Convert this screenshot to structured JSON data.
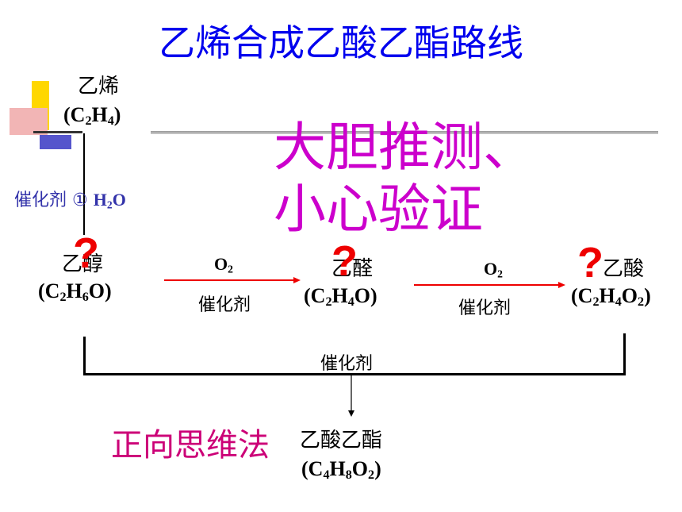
{
  "title": "乙烯合成乙酸乙酯路线",
  "ethylene": {
    "name": "乙烯",
    "formula_parts": [
      "(C",
      "2",
      "H",
      "4",
      ")"
    ]
  },
  "step1": {
    "catalyst": "催化剂",
    "number": "①",
    "reagent_parts": [
      "H",
      "2",
      "O"
    ]
  },
  "ethanol": {
    "name": "乙醇",
    "formula_parts": [
      "(C",
      "2",
      "H",
      "6",
      "O)"
    ]
  },
  "acetaldehyde": {
    "name": "乙醛",
    "formula_parts": [
      "(C",
      "2",
      "H",
      "4",
      "O)"
    ]
  },
  "acetic_acid": {
    "name": "乙酸",
    "formula_parts": [
      "(C",
      "2",
      "H",
      "4",
      "O",
      "2",
      ")"
    ]
  },
  "ethyl_acetate": {
    "name": "乙酸乙酯",
    "formula_parts": [
      "(C",
      "4",
      "H",
      "8",
      "O",
      "2",
      ")"
    ]
  },
  "arrow1": {
    "reagent_parts": [
      "O",
      "2"
    ],
    "catalyst": "催化剂"
  },
  "arrow2": {
    "reagent_parts": [
      "O",
      "2"
    ],
    "catalyst": "催化剂"
  },
  "bracket_catalyst": "催化剂",
  "slogan_line1": "大胆推测、",
  "slogan_line2": "小心验证",
  "method_label": "正向思维法",
  "question_mark": "?",
  "colors": {
    "title": "#0000ee",
    "slogan": "#cc00cc",
    "question": "#ee0000",
    "method": "#cc0077",
    "arrow": "#ee0000",
    "catalyst_blue": "#3333aa"
  }
}
